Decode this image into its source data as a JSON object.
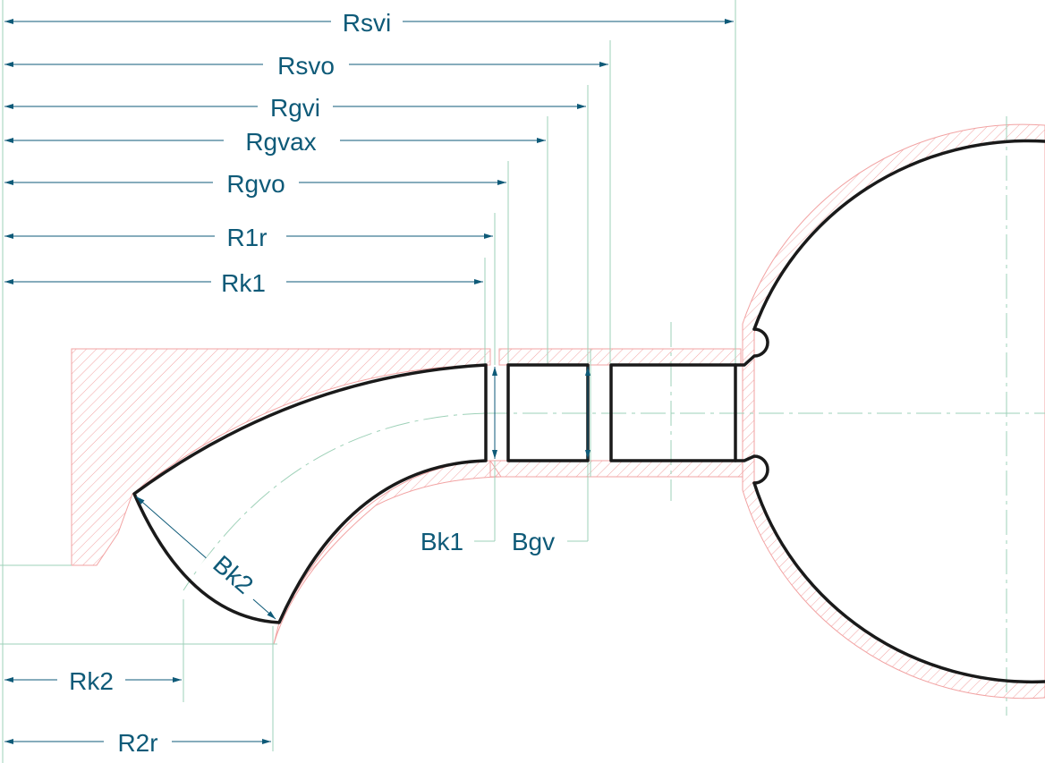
{
  "labels": {
    "rsvi": "Rsvi",
    "rsvo": "Rsvo",
    "rgvi": "Rgvi",
    "rgvax": "Rgvax",
    "rgvo": "Rgvo",
    "r1r": "R1r",
    "rk1": "Rk1",
    "bk1": "Bk1",
    "bgv": "Bgv",
    "bk2": "Bk2",
    "rk2": "Rk2",
    "r2r": "R2r"
  },
  "colors": {
    "dimension": "#0e5a78",
    "outline": "#1a1a1a",
    "hatch": "#f2a3a3",
    "construction": "#9ed1b8",
    "background": "#ffffff"
  }
}
